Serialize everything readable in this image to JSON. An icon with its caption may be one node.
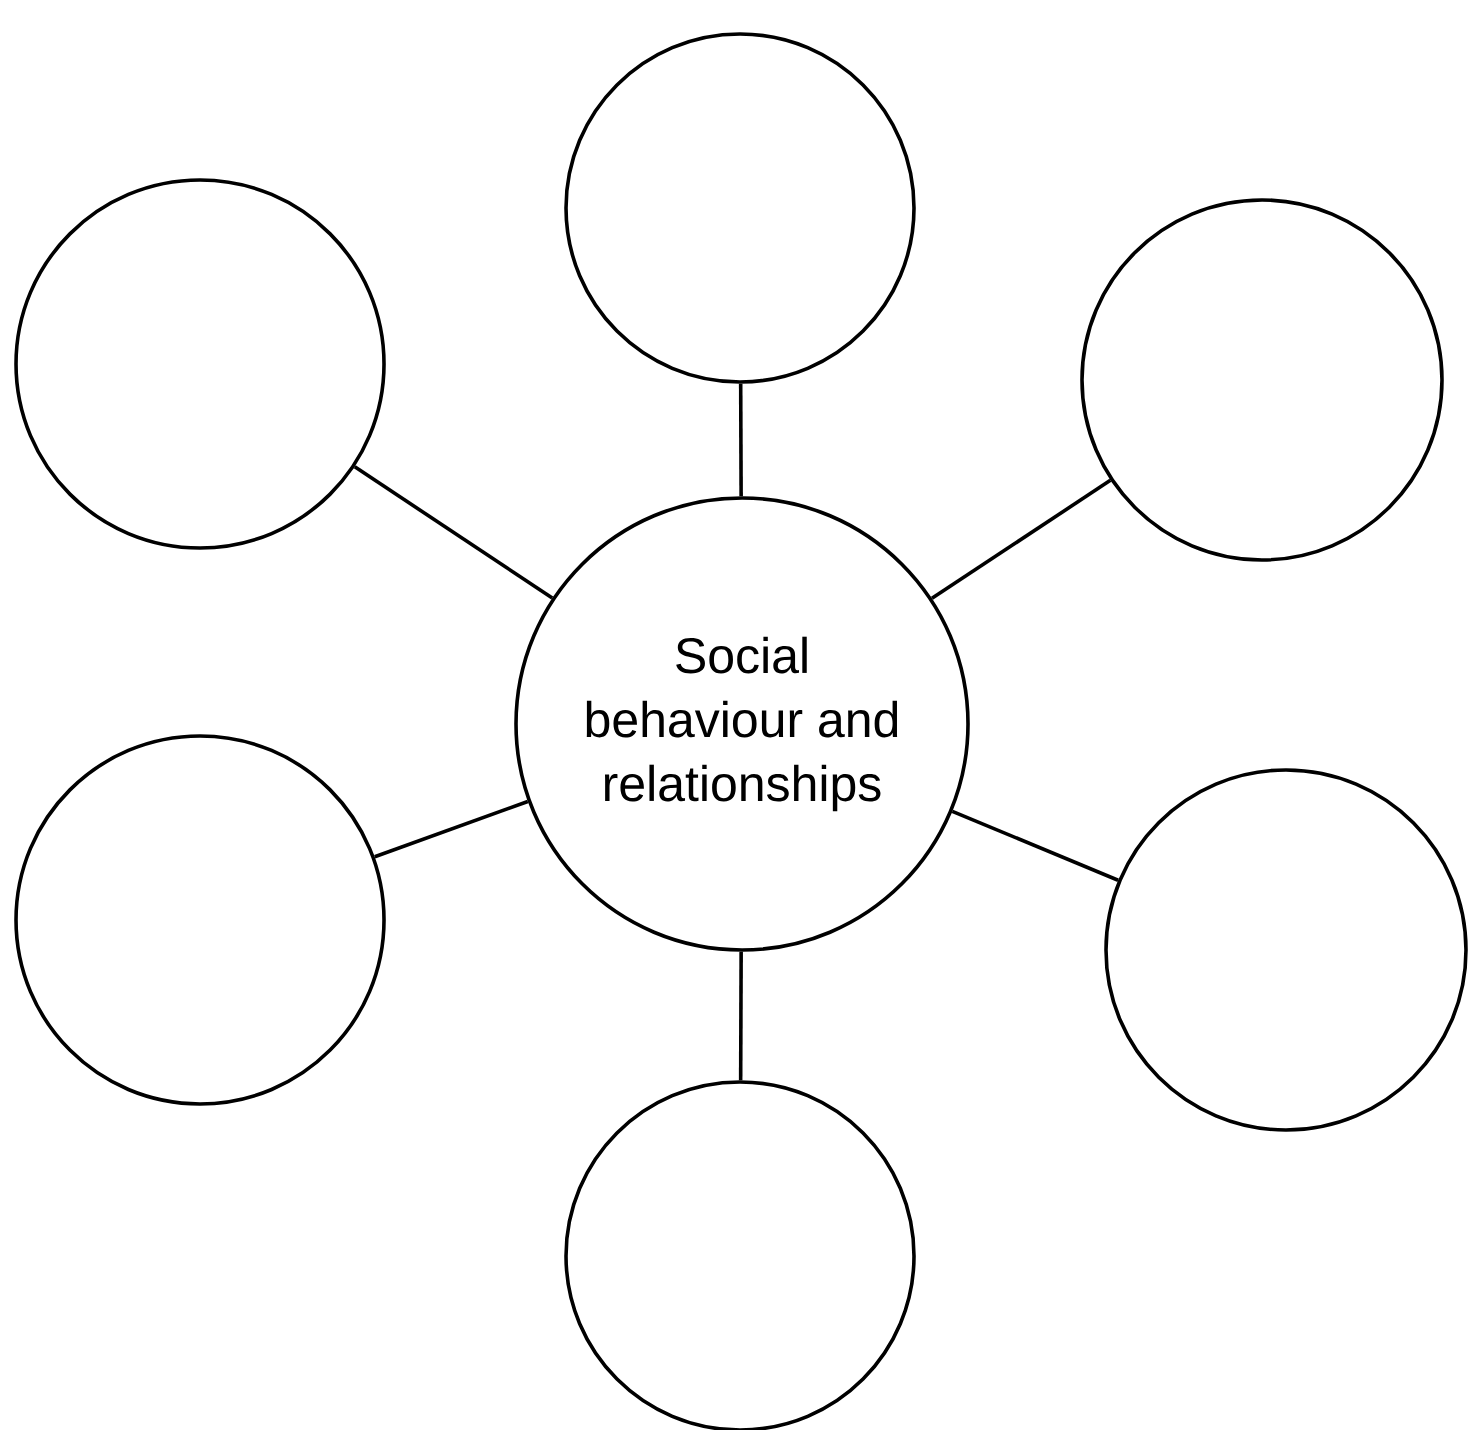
{
  "diagram": {
    "nodes": [
      {
        "text": [
          "Social behaviour and relationships"
        ]
      },
      {
        "text": [],
        "shape": "circle"
      },
      {
        "text": [],
        "shape": "circle"
      },
      {
        "text": [],
        "shape": "circle"
      },
      {
        "text": [],
        "shape": "circle"
      },
      {
        "text": [],
        "shape": "circle"
      },
      {
        "text": [],
        "shape": "circle"
      }
    ],
    "edges": [
      {
        "from": 0,
        "to": 1,
        "arrow": "none"
      },
      {
        "from": 0,
        "to": 2,
        "arrow": "none"
      },
      {
        "from": 0,
        "to": 3,
        "arrow": "none"
      },
      {
        "from": 0,
        "to": 4,
        "arrow": "none"
      },
      {
        "from": 0,
        "to": 5,
        "arrow": "none"
      },
      {
        "from": 0,
        "to": 6,
        "arrow": "none"
      }
    ]
  }
}
